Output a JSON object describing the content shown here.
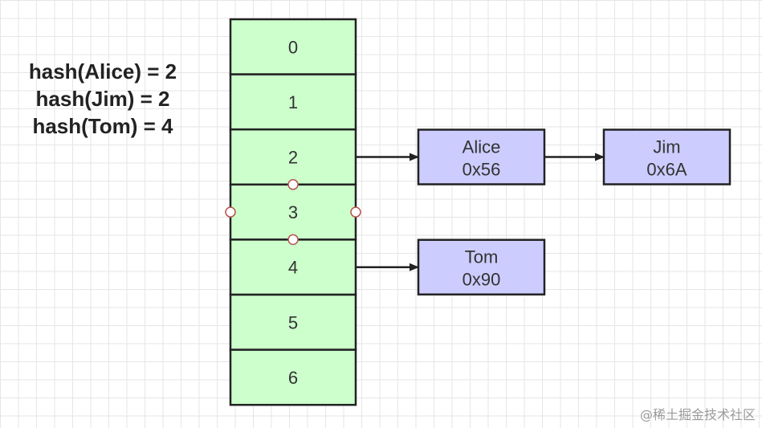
{
  "hash_lines": [
    "hash(Alice) = 2",
    "hash(Jim) = 2",
    "hash(Tom) = 4"
  ],
  "slots": [
    "0",
    "1",
    "2",
    "3",
    "4",
    "5",
    "6"
  ],
  "nodes": [
    {
      "id": "alice",
      "name": "Alice",
      "addr": "0x56",
      "slot": 2,
      "chain_position": 0
    },
    {
      "id": "jim",
      "name": "Jim",
      "addr": "0x6A",
      "slot": 2,
      "chain_position": 1
    },
    {
      "id": "tom",
      "name": "Tom",
      "addr": "0x90",
      "slot": 4,
      "chain_position": 0
    }
  ],
  "selected_slot": 3,
  "colors": {
    "slot_fill": "#ccffcc",
    "node_fill": "#ccccff",
    "stroke": "#222222",
    "handle_stroke": "#b85450"
  },
  "watermark": "@稀土掘金技术社区"
}
